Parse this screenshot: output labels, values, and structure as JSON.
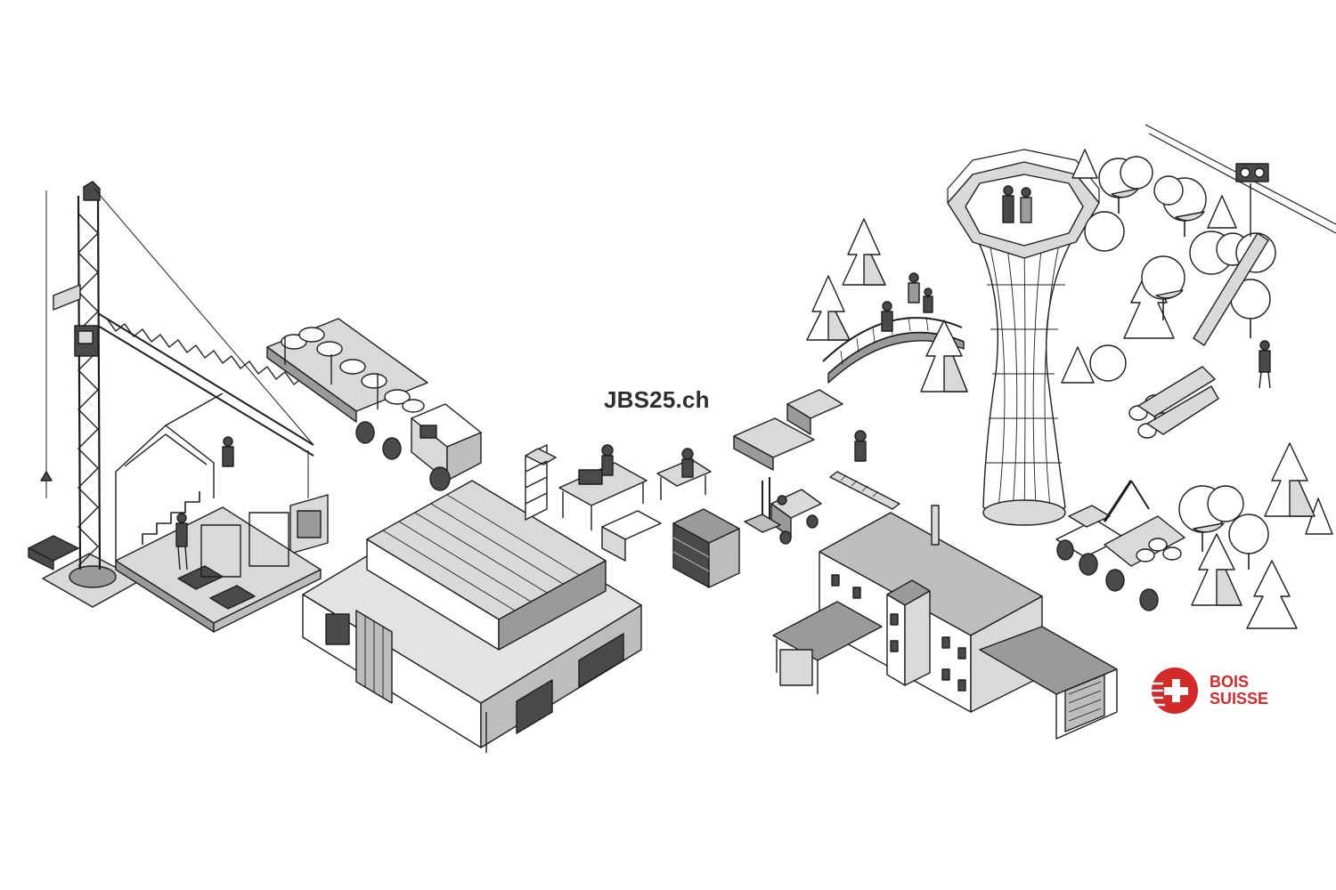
{
  "site": {
    "url_label": "JBS25.ch"
  },
  "brand": {
    "line1": "BOIS",
    "line2": "SUISSE",
    "color": "#d42a2a"
  },
  "illustration": {
    "style": "isometric monochrome line art",
    "palette": {
      "fill_light": "#d9d9d9",
      "fill_mid": "#9a9a9a",
      "fill_dark": "#4a4a4a",
      "stroke": "#1e1e1e"
    },
    "icons": [
      "tower-crane-icon",
      "timber-truck-icon",
      "house-frame-icon",
      "modern-house-icon",
      "workbench-icon",
      "forklift-icon",
      "sawmill-icon",
      "observation-tower-icon",
      "footbridge-icon",
      "forest-tree-icon",
      "forestry-tractor-icon",
      "log-pile-icon",
      "cable-line-icon"
    ]
  }
}
